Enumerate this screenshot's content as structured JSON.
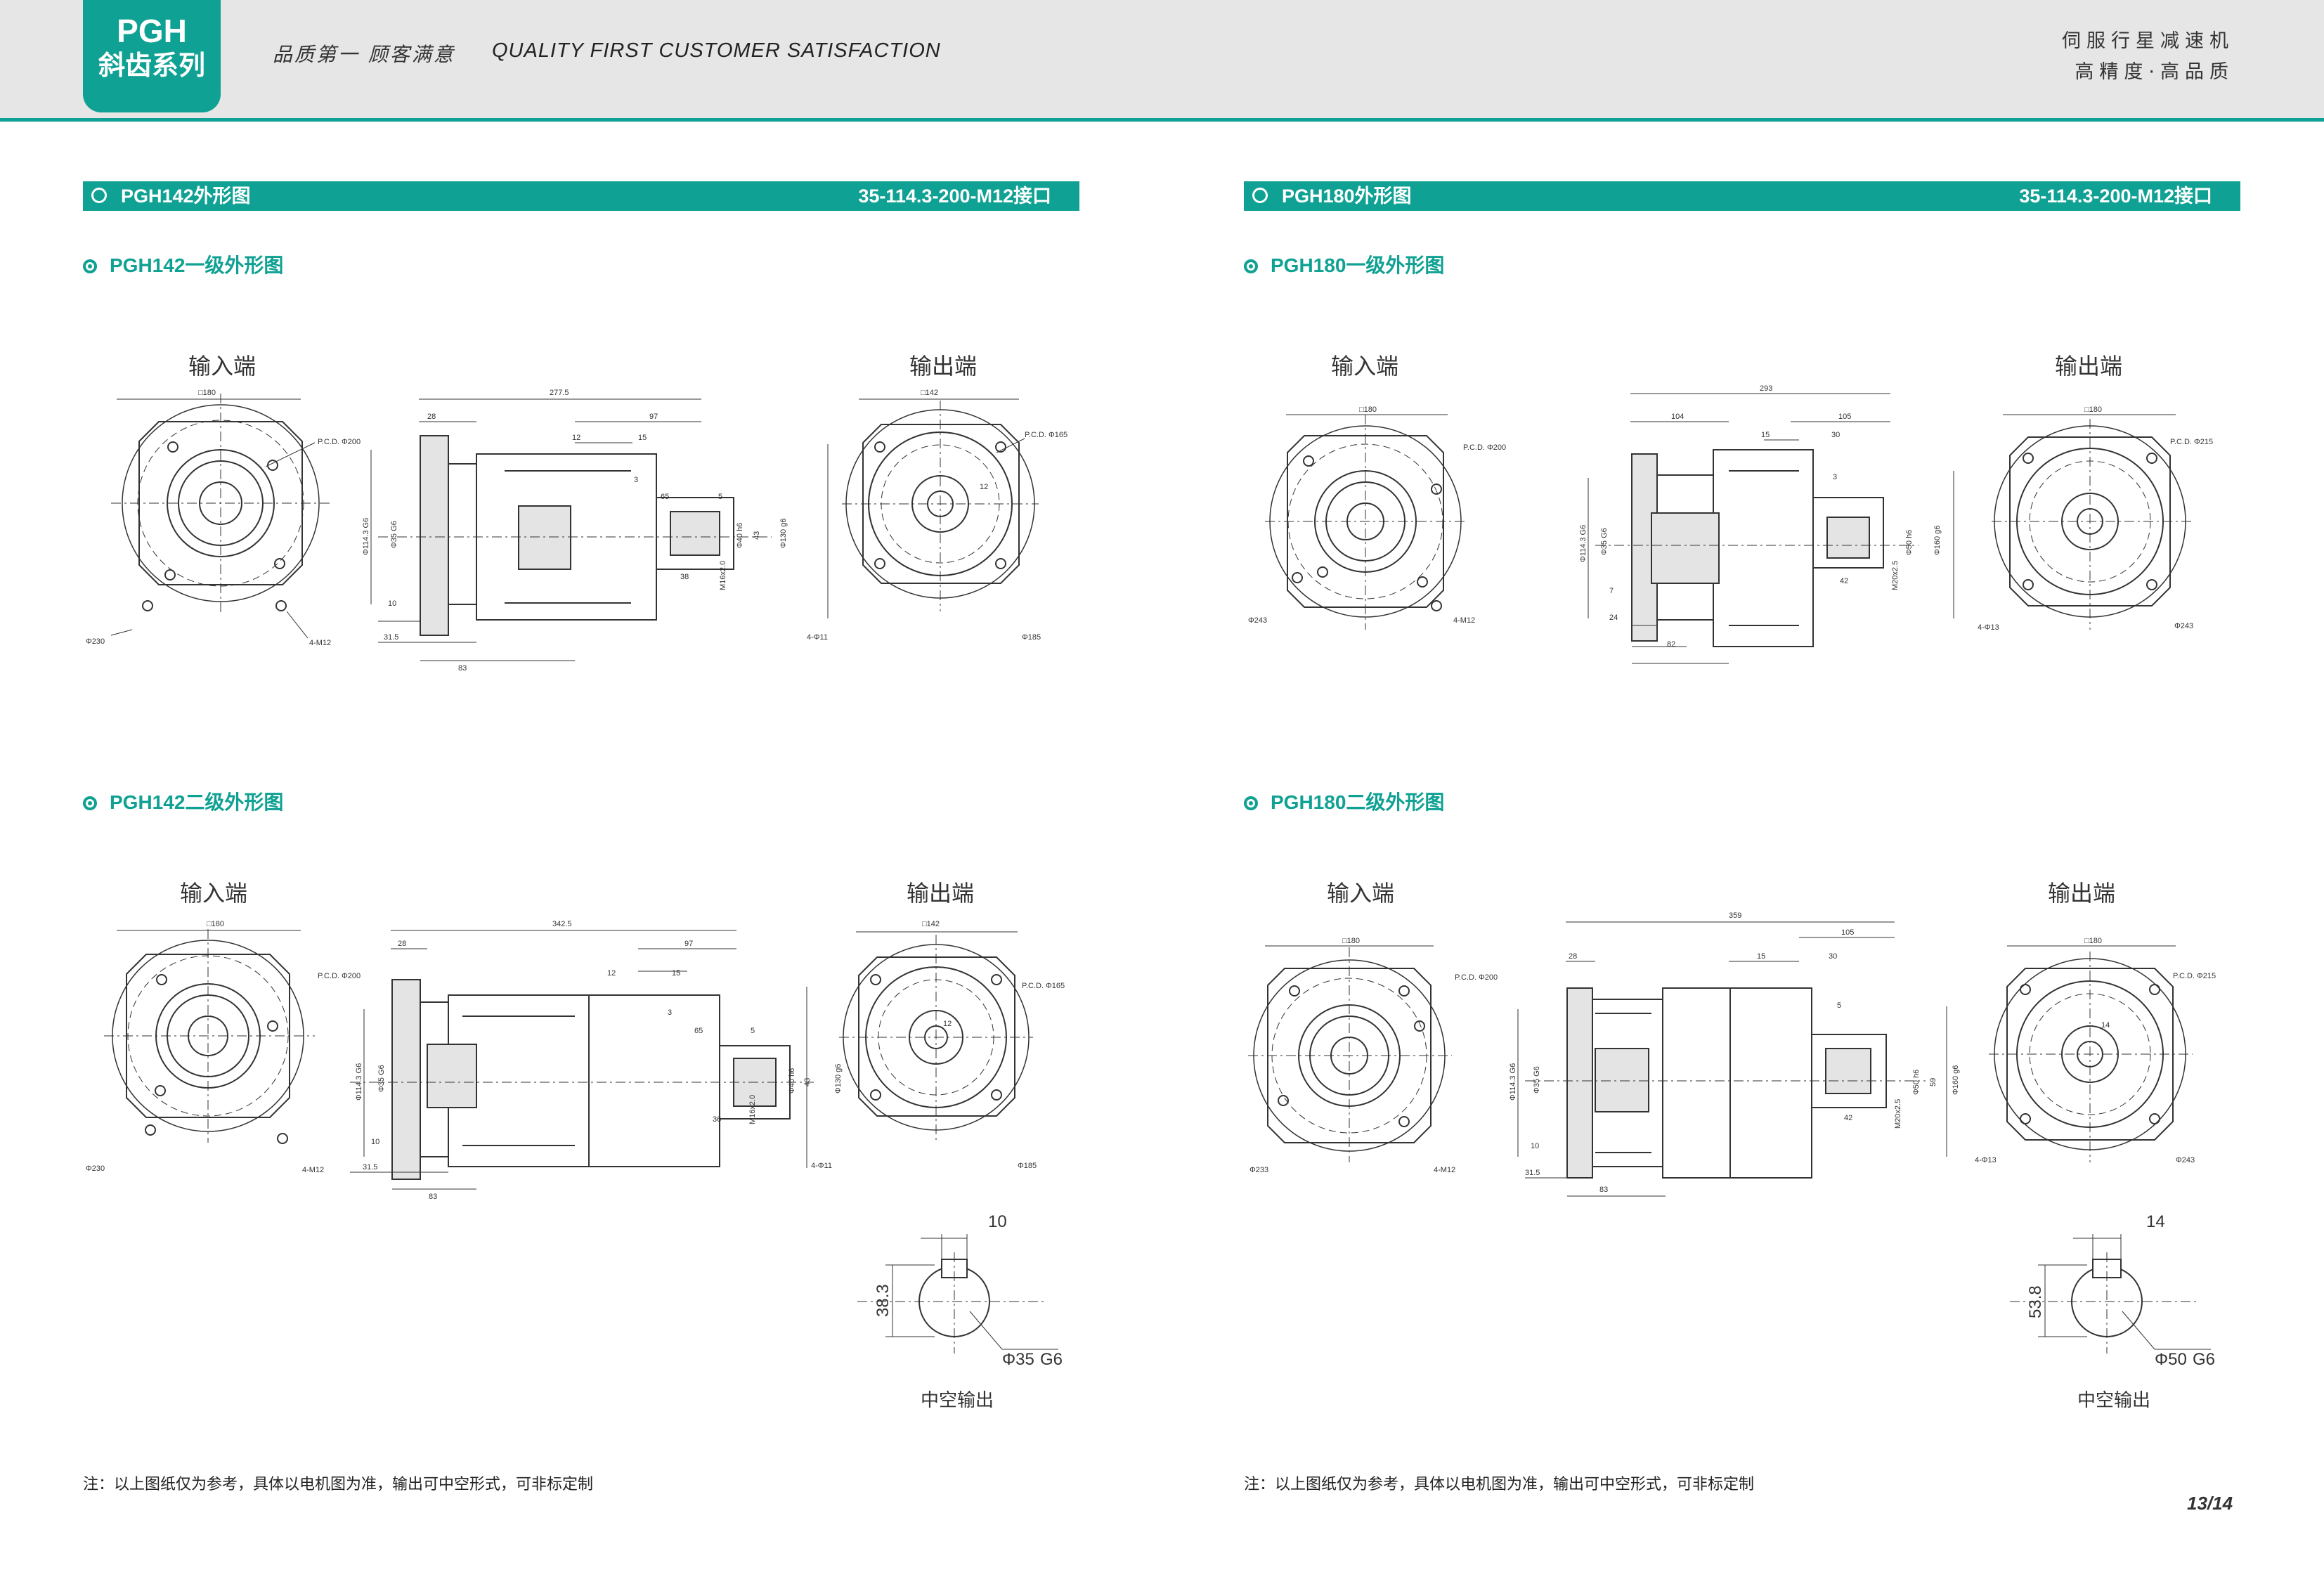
{
  "header": {
    "brand_line1": "PGH",
    "brand_line2": "斜齿系列",
    "slogan_cn": "品质第一  顾客满意",
    "slogan_en": "QUALITY FIRST  CUSTOMER SATISFACTION",
    "tagline1": "伺服行星减速机",
    "tagline2": "高精度·高品质"
  },
  "panels": [
    {
      "title": "PGH142外形图",
      "spec": "35-114.3-200-M12接口",
      "stage1_title": "PGH142一级外形图",
      "stage2_title": "PGH142二级外形图",
      "input_label": "输入端",
      "output_label": "输出端",
      "stage1": {
        "in_square": "□180",
        "in_pcd": "P.C.D. Φ200",
        "in_dia": "Φ230",
        "in_holes": "4-M12",
        "total_len": "277.5",
        "out_len": "97",
        "dim_28": "28",
        "dim_12": "12",
        "dim_15": "15",
        "dim_3": "3",
        "dim_65": "65",
        "dim_5": "5",
        "dim_38": "38",
        "dim_10": "10",
        "dim_315": "31.5",
        "dim_83": "83",
        "shaft_dims": [
          "Φ114.3 G6",
          "Φ35 G6",
          "Φ40 h6",
          "43",
          "Φ130 g6",
          "M16x2.0"
        ],
        "out_square": "□142",
        "out_pcd": "P.C.D. Φ165",
        "out_dia": "Φ185",
        "out_holes": "4-Φ11",
        "out_12": "12"
      },
      "stage2": {
        "in_square": "□180",
        "in_pcd": "P.C.D. Φ200",
        "in_dia": "Φ230",
        "in_holes": "4-M12",
        "total_len": "342.5",
        "out_len": "97",
        "dim_28": "28",
        "dim_12": "12",
        "dim_15": "15",
        "dim_3": "3",
        "dim_65": "65",
        "dim_5": "5",
        "dim_36": "36",
        "dim_10": "10",
        "dim_315": "31.5",
        "dim_83": "83",
        "shaft_dims": [
          "Φ114.3 G6",
          "Φ35 G6",
          "Φ40 h6",
          "43",
          "Φ130 g6",
          "M16x2.0"
        ],
        "out_square": "□142",
        "out_pcd": "P.C.D. Φ165",
        "out_dia": "Φ185",
        "out_holes": "4-Φ11",
        "out_12": "12"
      },
      "hollow": {
        "key_width": "10",
        "depth": "38.3",
        "bore": "Φ35",
        "fit": "G6",
        "label": "中空输出"
      }
    },
    {
      "title": "PGH180外形图",
      "spec": "35-114.3-200-M12接口",
      "stage1_title": "PGH180一级外形图",
      "stage2_title": "PGH180二级外形图",
      "input_label": "输入端",
      "output_label": "输出端",
      "stage1": {
        "in_square": "□180",
        "in_pcd": "P.C.D. Φ200",
        "in_dia": "Φ243",
        "in_holes": "4-M12",
        "total_len": "293",
        "out_len": "105",
        "dim_104": "104",
        "dim_15": "15",
        "dim_30": "30",
        "dim_3": "3",
        "dim_42": "42",
        "dim_7": "7",
        "dim_24": "24",
        "dim_82": "82",
        "shaft_dims": [
          "Φ114.3 G6",
          "Φ35 G6",
          "Φ50 h6",
          "Φ160 g6",
          "M20x2.5"
        ],
        "out_square": "□180",
        "out_pcd": "P.C.D. Φ215",
        "out_dia": "Φ243",
        "out_holes": "4-Φ13"
      },
      "stage2": {
        "in_square": "□180",
        "in_pcd": "P.C.D. Φ200",
        "in_dia": "Φ233",
        "in_holes": "4-M12",
        "total_len": "359",
        "out_len": "105",
        "dim_28": "28",
        "dim_15": "15",
        "dim_30": "30",
        "dim_5": "5",
        "dim_42": "42",
        "dim_10": "10",
        "dim_315": "31.5",
        "dim_83": "83",
        "shaft_dims": [
          "Φ114.3 G6",
          "Φ35 G6",
          "Φ50 h6",
          "59",
          "Φ160 g6",
          "M20x2.5"
        ],
        "out_square": "□180",
        "out_pcd": "P.C.D. Φ215",
        "out_dia": "Φ243",
        "out_holes": "4-Φ13",
        "out_14": "14"
      },
      "hollow": {
        "key_width": "14",
        "depth": "53.8",
        "bore": "Φ50",
        "fit": "G6",
        "label": "中空输出"
      }
    }
  ],
  "note": "注：以上图纸仅为参考，具体以电机图为准，输出可中空形式，可非标定制",
  "page_number": "13/14"
}
